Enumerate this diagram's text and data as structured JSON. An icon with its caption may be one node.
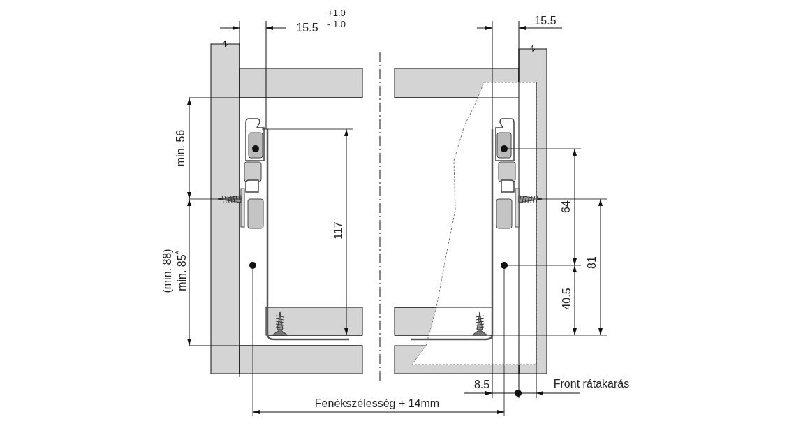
{
  "diagram": {
    "labels": [
      "+1.0",
      "15.5",
      "- 1.0",
      "15.5",
      "min. 56",
      "117",
      "64",
      "81",
      "(min. 88)",
      "min. 85$^{*}$",
      "40.5",
      "8.5",
      "Front rátakarás",
      "Fenékszélesség  + 14mm"
    ]
  }
}
